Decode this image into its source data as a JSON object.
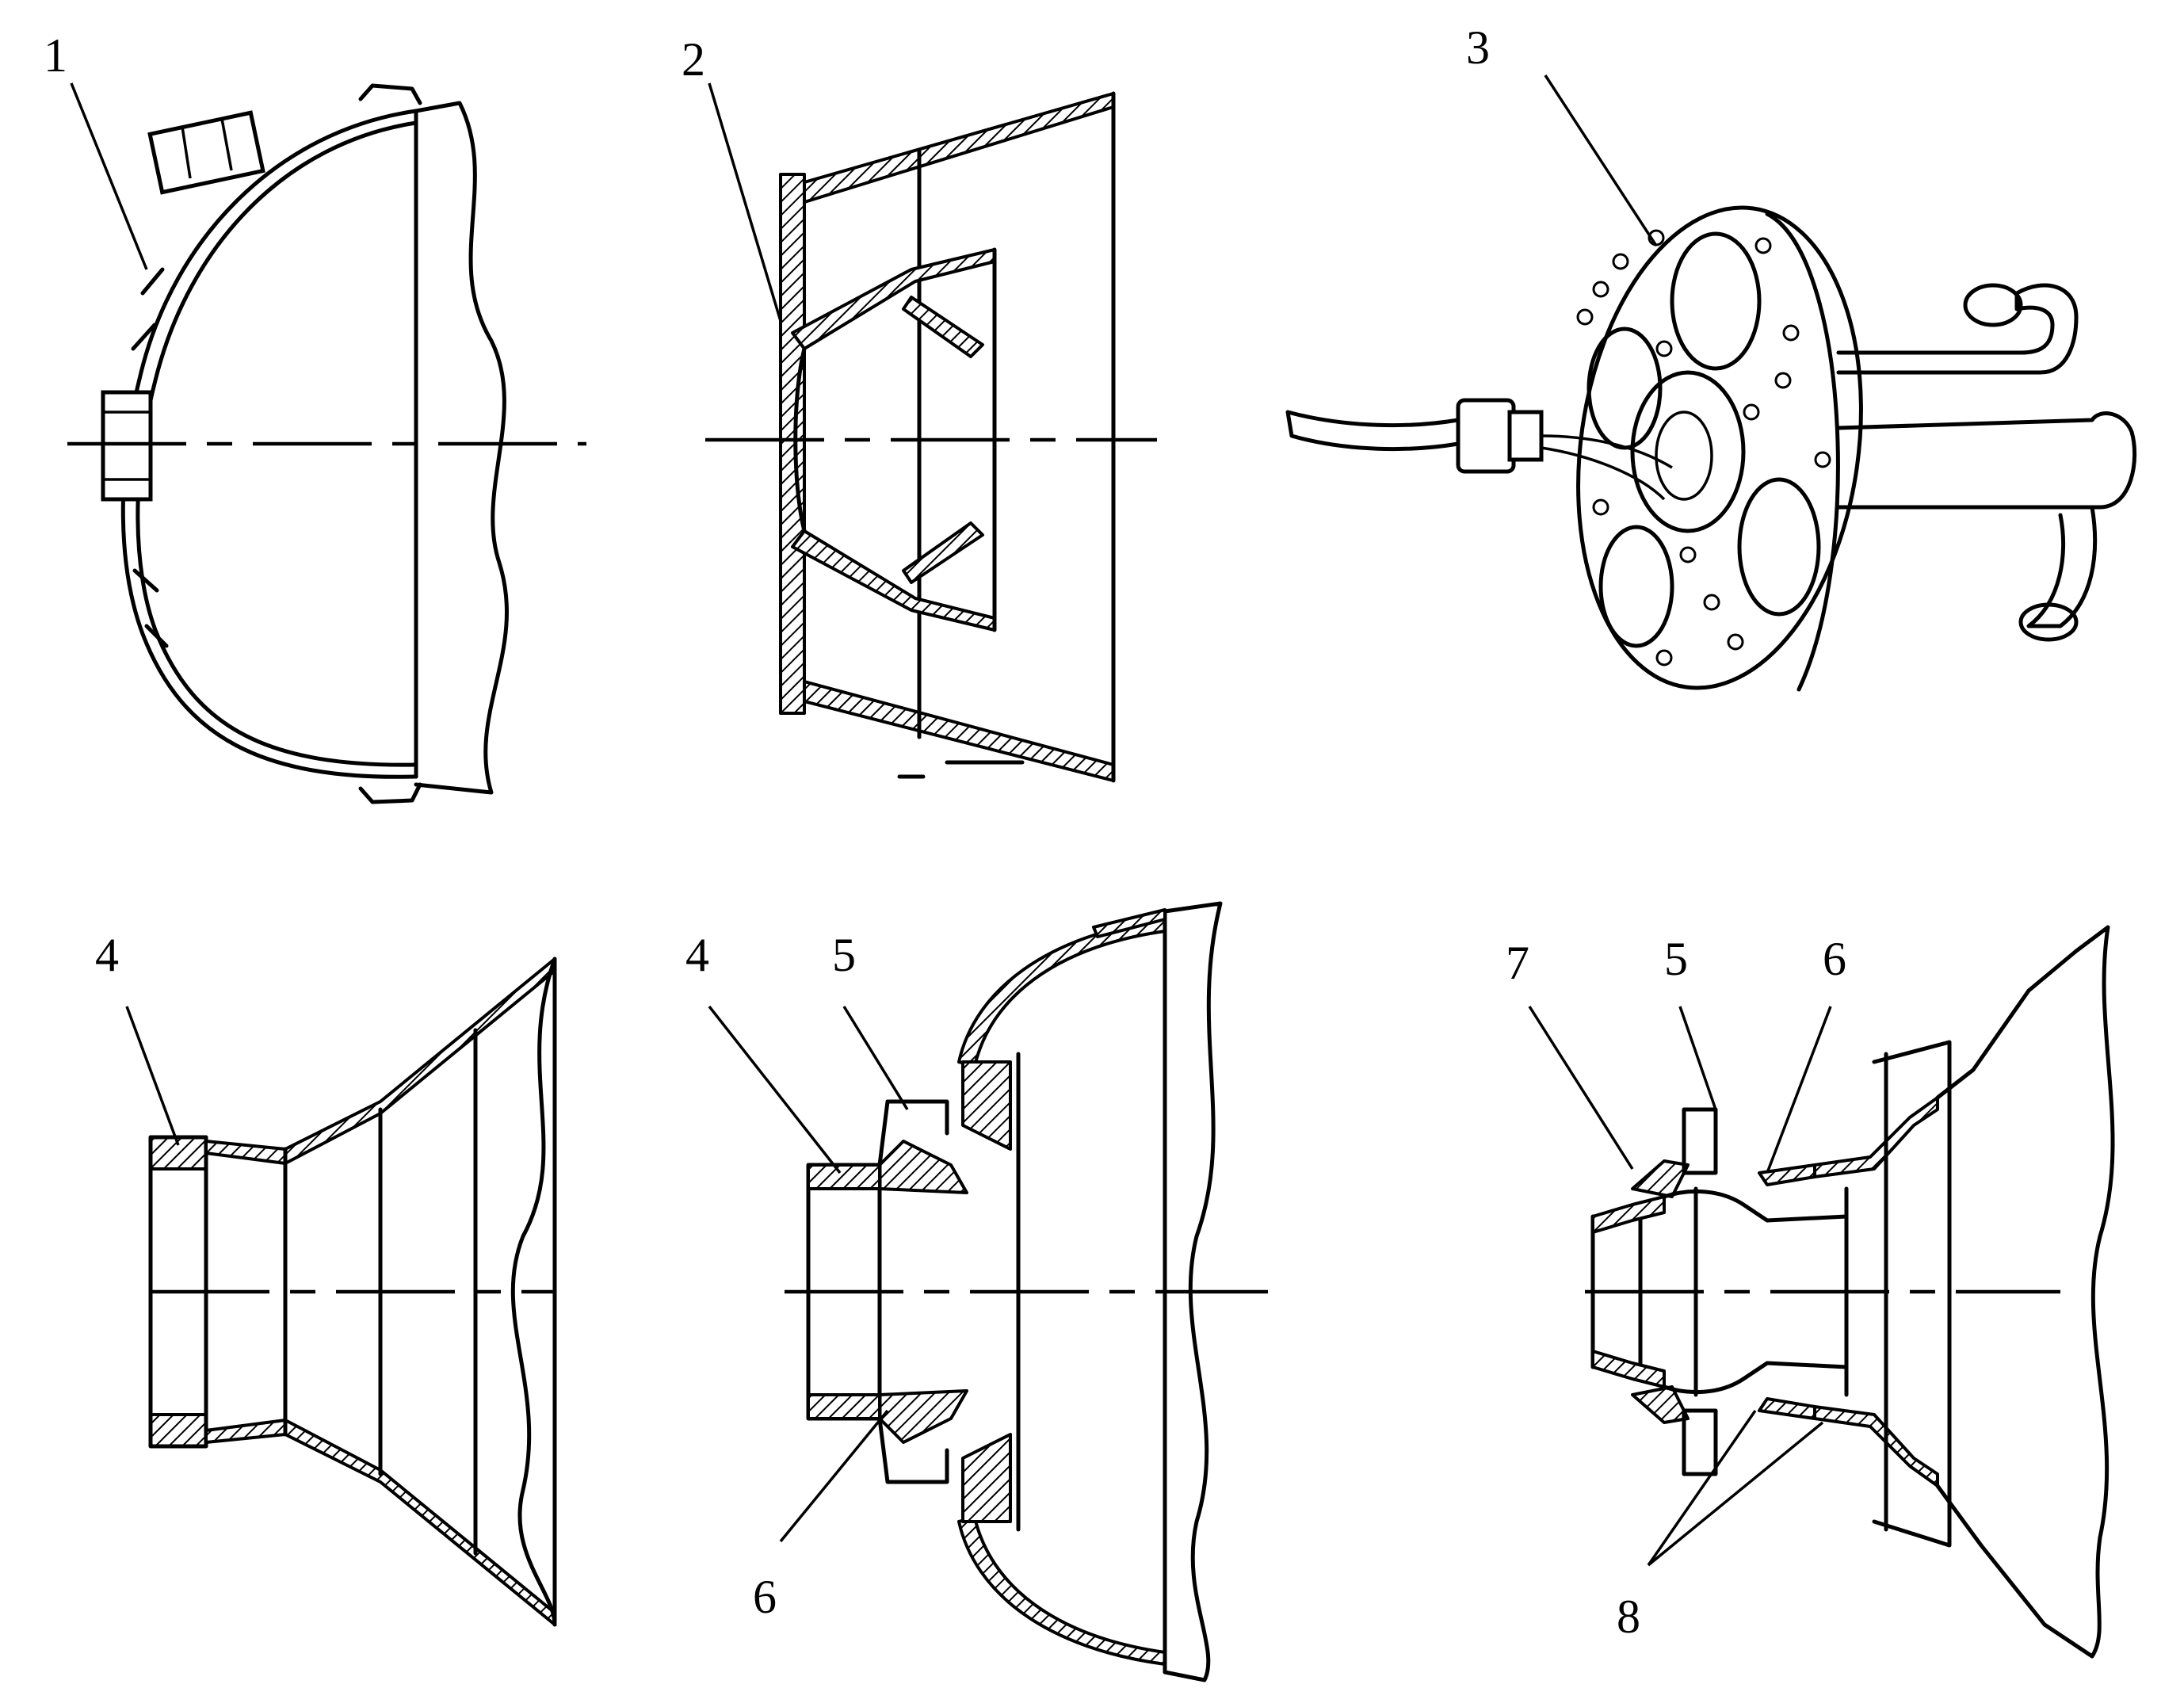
{
  "labels": {
    "l1": "1",
    "l2": "2",
    "l3": "3",
    "l4a": "4",
    "l4b": "4",
    "l5a": "5",
    "l6a": "6",
    "l7": "7",
    "l5b": "5",
    "l6b": "6",
    "l8": "8"
  }
}
